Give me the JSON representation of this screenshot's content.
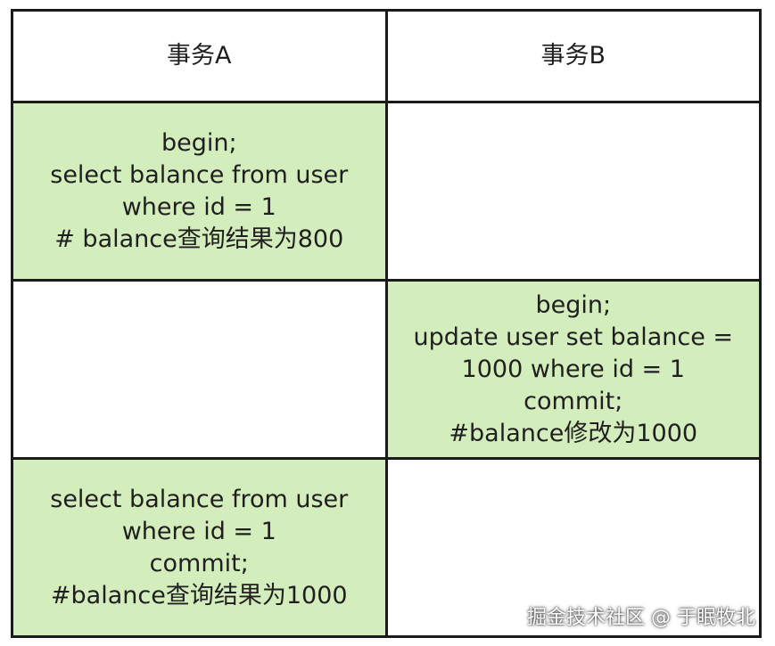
{
  "header": {
    "col_a": "事务A",
    "col_b": "事务B"
  },
  "rows": [
    {
      "a_lines": [
        "begin;",
        "select balance from user",
        "where id = 1",
        "# balance查询结果为800"
      ],
      "b_lines": []
    },
    {
      "a_lines": [],
      "b_lines": [
        "begin;",
        "update user set balance =",
        "1000 where id = 1",
        "commit;",
        "#balance修改为1000"
      ]
    },
    {
      "a_lines": [
        "select balance from user",
        "where id = 1",
        "commit;",
        "#balance查询结果为1000"
      ],
      "b_lines": []
    }
  ],
  "watermark": "掘金技术社区 @ 于眠牧北",
  "colors": {
    "cell_highlight": "#d4edbc",
    "border": "#1a1a1a"
  }
}
